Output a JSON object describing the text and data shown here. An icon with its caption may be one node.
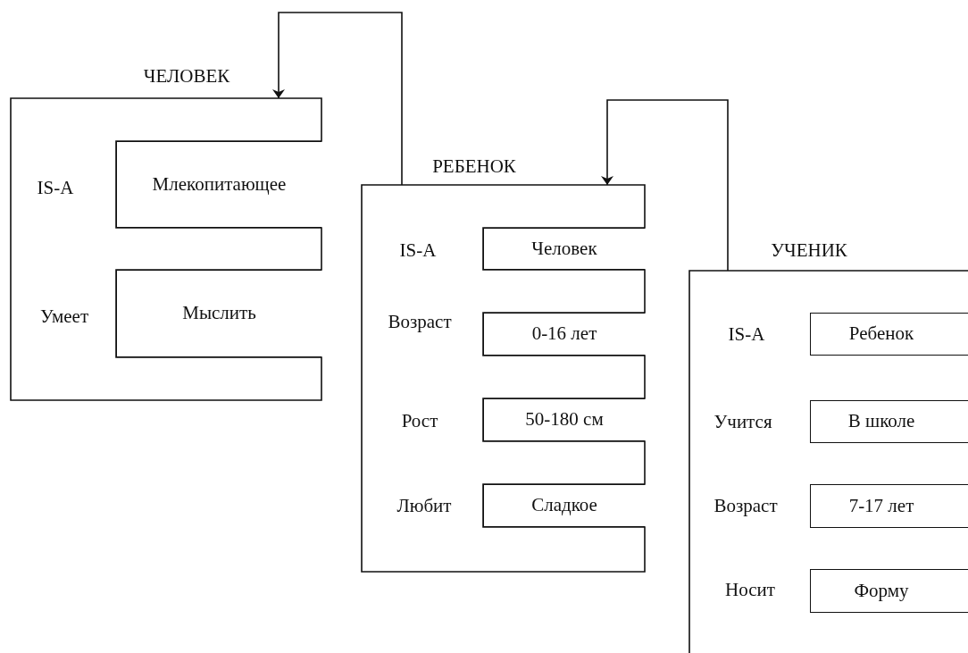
{
  "diagram": {
    "nodes": [
      {
        "text": [
          "ЧЕЛОВЕК",
          "IS-A",
          "Умеет"
        ]
      },
      {
        "text": [
          "Млекопитающее"
        ],
        "in": 0
      },
      {
        "text": [
          "Мыслить"
        ],
        "in": 0
      },
      {
        "text": [
          "РЕБЕНОК",
          "IS-A",
          "Возраст",
          "Рост",
          "Любит"
        ]
      },
      {
        "text": [
          "Человек"
        ],
        "in": 3
      },
      {
        "text": [
          "0-16 лет"
        ],
        "in": 3
      },
      {
        "text": [
          "50-180 см"
        ],
        "in": 3
      },
      {
        "text": [
          "Сладкое"
        ],
        "in": 3
      },
      {
        "text": [
          "УЧЕНИК",
          "IS-A",
          "Учится",
          "Возраст",
          "Носит"
        ]
      },
      {
        "text": [
          "Ребенок"
        ],
        "in": 8
      },
      {
        "text": [
          "В школе"
        ],
        "in": 8
      },
      {
        "text": [
          "7-17 лет"
        ],
        "in": 8
      },
      {
        "text": [
          "Форму"
        ],
        "in": 8
      }
    ],
    "edges": [
      {
        "from": 3,
        "to": 0,
        "arrow": "to"
      },
      {
        "from": 8,
        "to": 3,
        "arrow": "to"
      }
    ]
  }
}
